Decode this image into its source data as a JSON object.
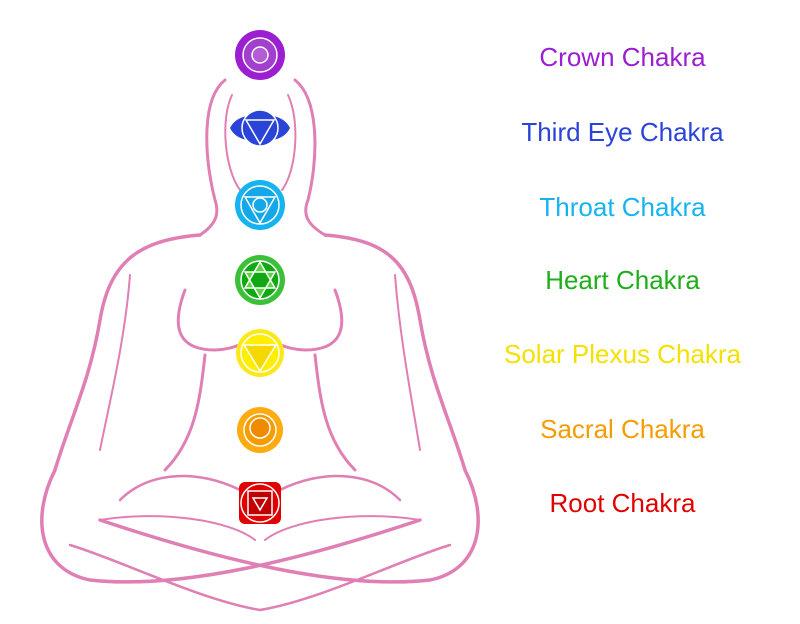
{
  "chakras": [
    {
      "name": "Crown Chakra",
      "color": "#9b1fd0"
    },
    {
      "name": "Third Eye Chakra",
      "color": "#2a44d8"
    },
    {
      "name": "Throat Chakra",
      "color": "#15b4f0"
    },
    {
      "name": "Heart Chakra",
      "color": "#1fae1a"
    },
    {
      "name": "Solar Plexus Chakra",
      "color": "#f5e000"
    },
    {
      "name": "Sacral Chakra",
      "color": "#f59c00"
    },
    {
      "name": "Root Chakra",
      "color": "#e00000"
    }
  ],
  "outline_color": "#e07fb3"
}
